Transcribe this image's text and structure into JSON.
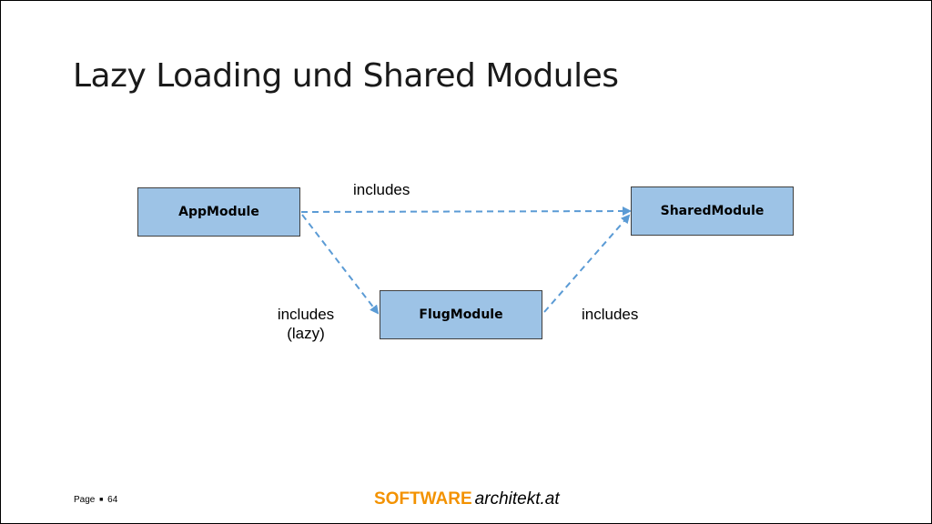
{
  "title": "Lazy Loading und Shared Modules",
  "nodes": {
    "app": "AppModule",
    "shared": "SharedModule",
    "flug": "FlugModule"
  },
  "edges": {
    "app_to_shared": "includes",
    "app_to_flug_line1": "includes",
    "app_to_flug_line2": "(lazy)",
    "flug_to_shared": "includes"
  },
  "footer": {
    "page_label": "Page",
    "page_number": "64",
    "brand_software": "SOFTWARE",
    "brand_architekt": "architekt.at"
  },
  "colors": {
    "box_fill": "#9dc3e6",
    "arrow": "#5b9bd5",
    "brand_orange": "#f39200"
  }
}
